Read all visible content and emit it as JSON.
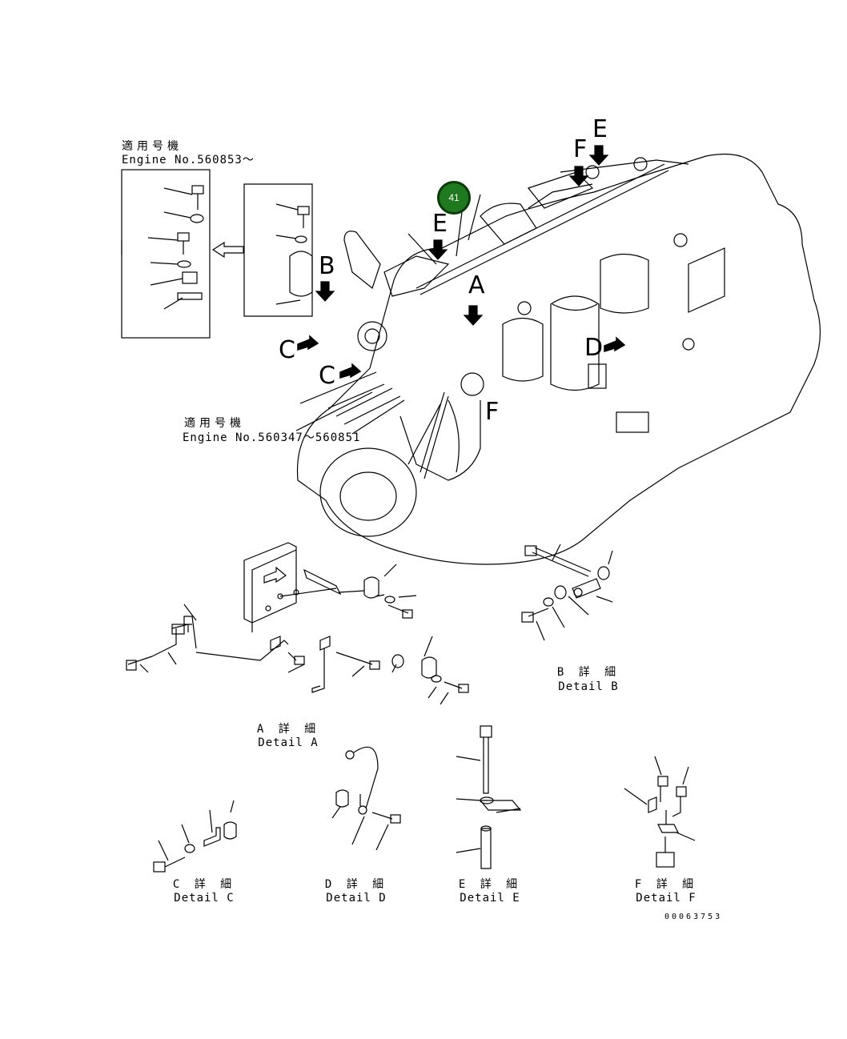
{
  "header_top": {
    "applicable_jp": "適用号機",
    "engine_range": "Engine No.560853～"
  },
  "header_mid": {
    "applicable_jp": "適用号機",
    "engine_range": "Engine No.560347～560851"
  },
  "callout_badge": "41",
  "view_letters": {
    "a": "A",
    "b": "B",
    "c1": "C",
    "c2": "C",
    "d": "D",
    "e1": "E",
    "e2": "E",
    "f1": "F",
    "f2": "F"
  },
  "details": {
    "a": {
      "jp": "A 詳 細",
      "en": "Detail A"
    },
    "b": {
      "jp": "B 詳 細",
      "en": "Detail B"
    },
    "c": {
      "jp": "C 詳 細",
      "en": "Detail C"
    },
    "d": {
      "jp": "D 詳 細",
      "en": "Detail D"
    },
    "e": {
      "jp": "E 詳 細",
      "en": "Detail E"
    },
    "f": {
      "jp": "F 詳 細",
      "en": "Detail F"
    }
  },
  "drawing_number": "00063753",
  "colors": {
    "badge_fill": "#1f7a1f",
    "badge_border": "#0b3a0b",
    "line": "#000000"
  }
}
